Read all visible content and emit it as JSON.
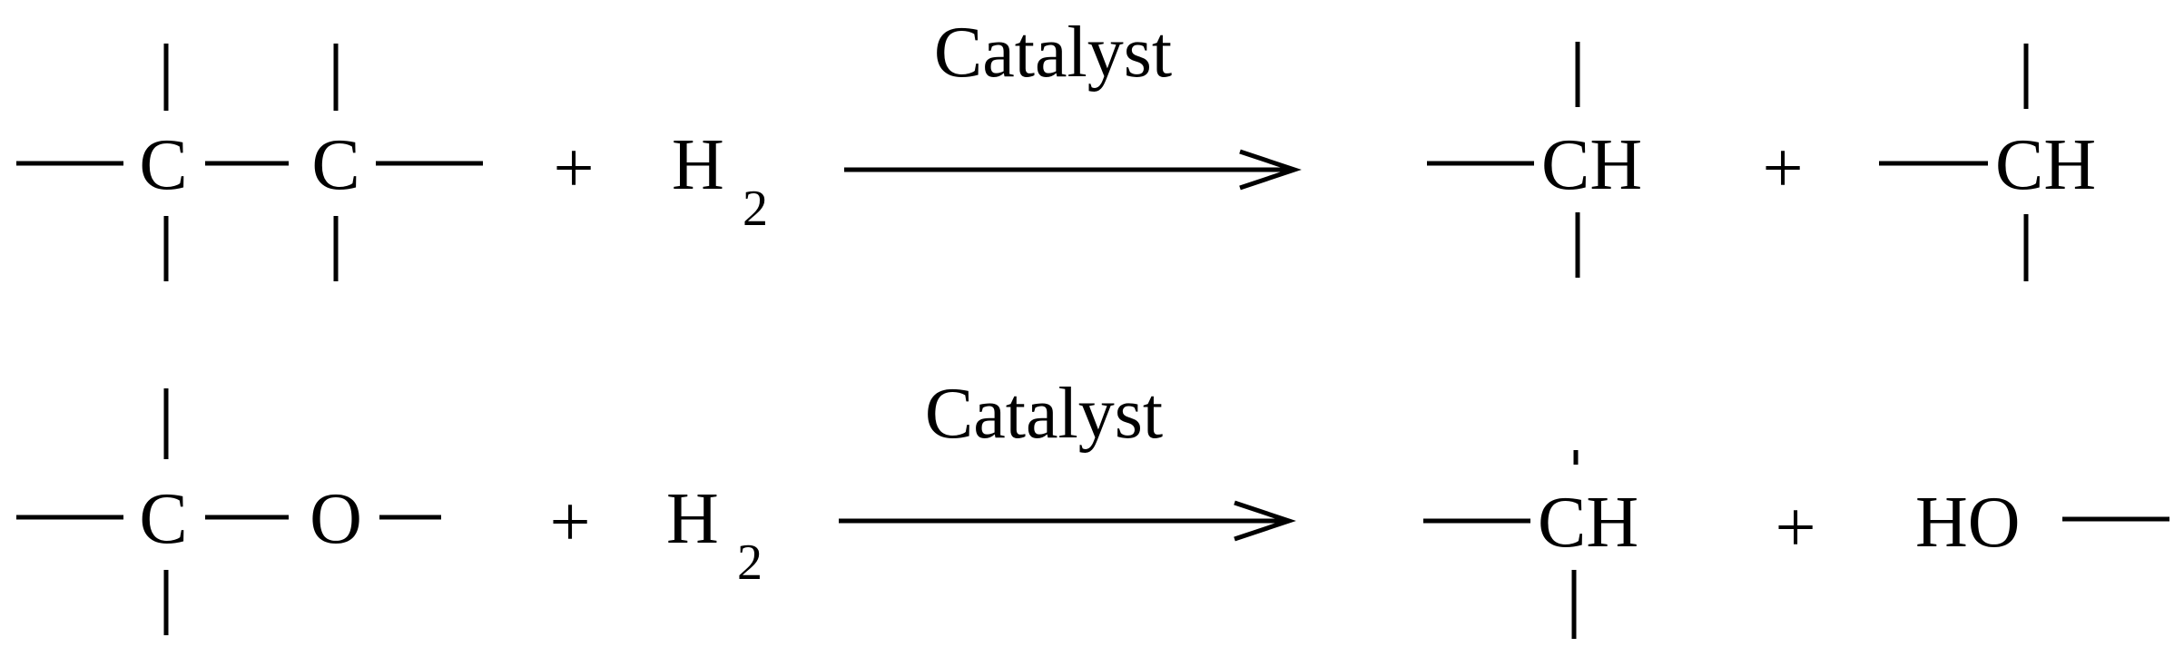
{
  "reactions": [
    {
      "catalyst": "Catalyst",
      "reactant": {
        "atom1": "C",
        "atom2": "C"
      },
      "reagent": {
        "symbol": "H",
        "subscript": "2"
      },
      "plus_reactants": "+",
      "plus_products": "+",
      "product1": {
        "atom": "CH"
      },
      "product2": {
        "atom": "CH"
      }
    },
    {
      "catalyst": "Catalyst",
      "reactant": {
        "atom1": "C",
        "atom2": "O"
      },
      "reagent": {
        "symbol": "H",
        "subscript": "2"
      },
      "plus_reactants": "+",
      "plus_products": "+",
      "product1": {
        "atom": "CH"
      },
      "product2": {
        "atom": "HO"
      }
    }
  ]
}
